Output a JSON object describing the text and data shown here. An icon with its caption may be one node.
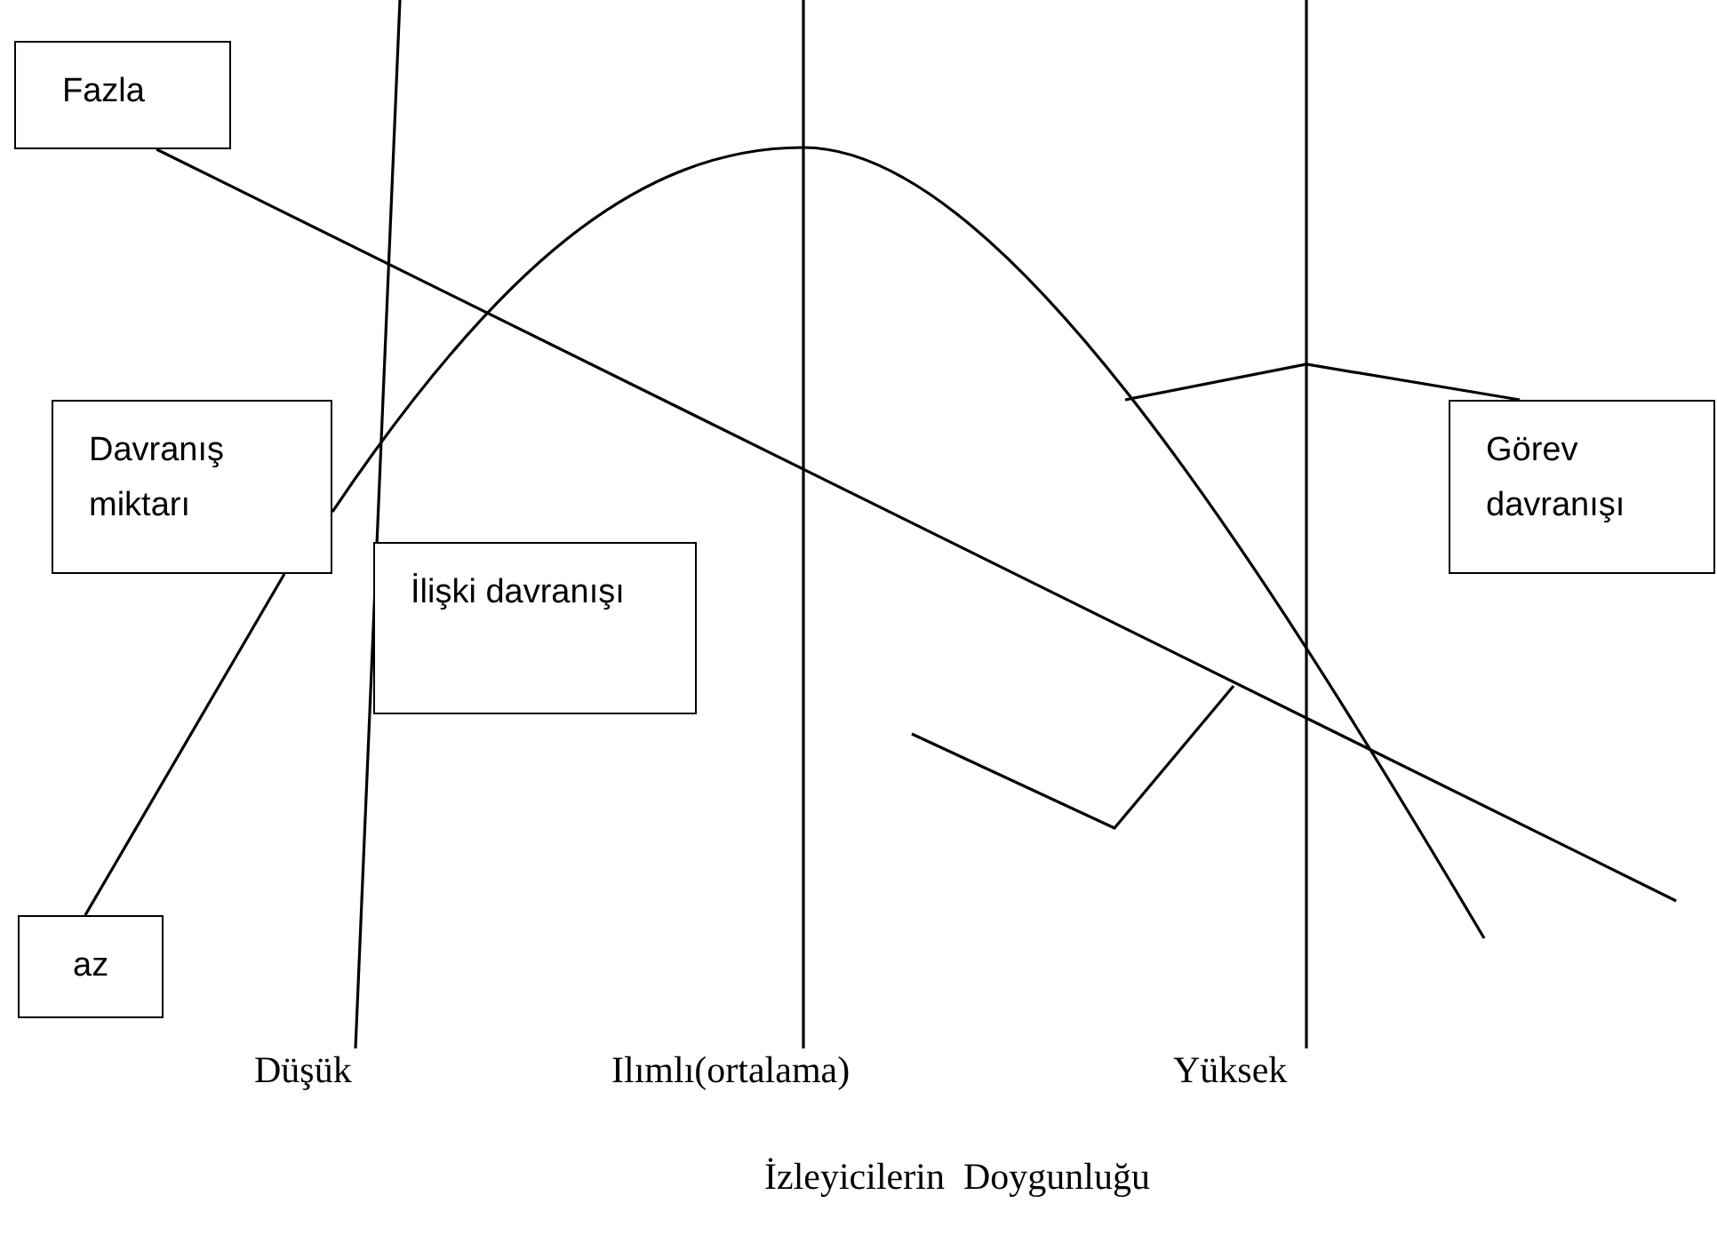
{
  "diagram": {
    "nodes": [
      {
        "text": [
          "Fazla"
        ]
      },
      {
        "text": [
          "Davranış miktarı"
        ]
      },
      {
        "text": [
          "İlişki davranışı"
        ]
      },
      {
        "text": [
          "Görev davranışı"
        ]
      },
      {
        "text": [
          "az"
        ]
      }
    ],
    "edges": [
      {
        "from": 0,
        "to": null,
        "arrow": "none"
      },
      {
        "from": 4,
        "to": 1,
        "arrow": "none"
      },
      {
        "from": 1,
        "to": null,
        "arrow": "none"
      },
      {
        "from": 3,
        "to": null,
        "arrow": "none"
      }
    ],
    "labels": [
      "Düşük",
      "Ilımlı(ortalama)",
      "Yüksek",
      "İzleyicilerin  Doygunluğu"
    ]
  }
}
